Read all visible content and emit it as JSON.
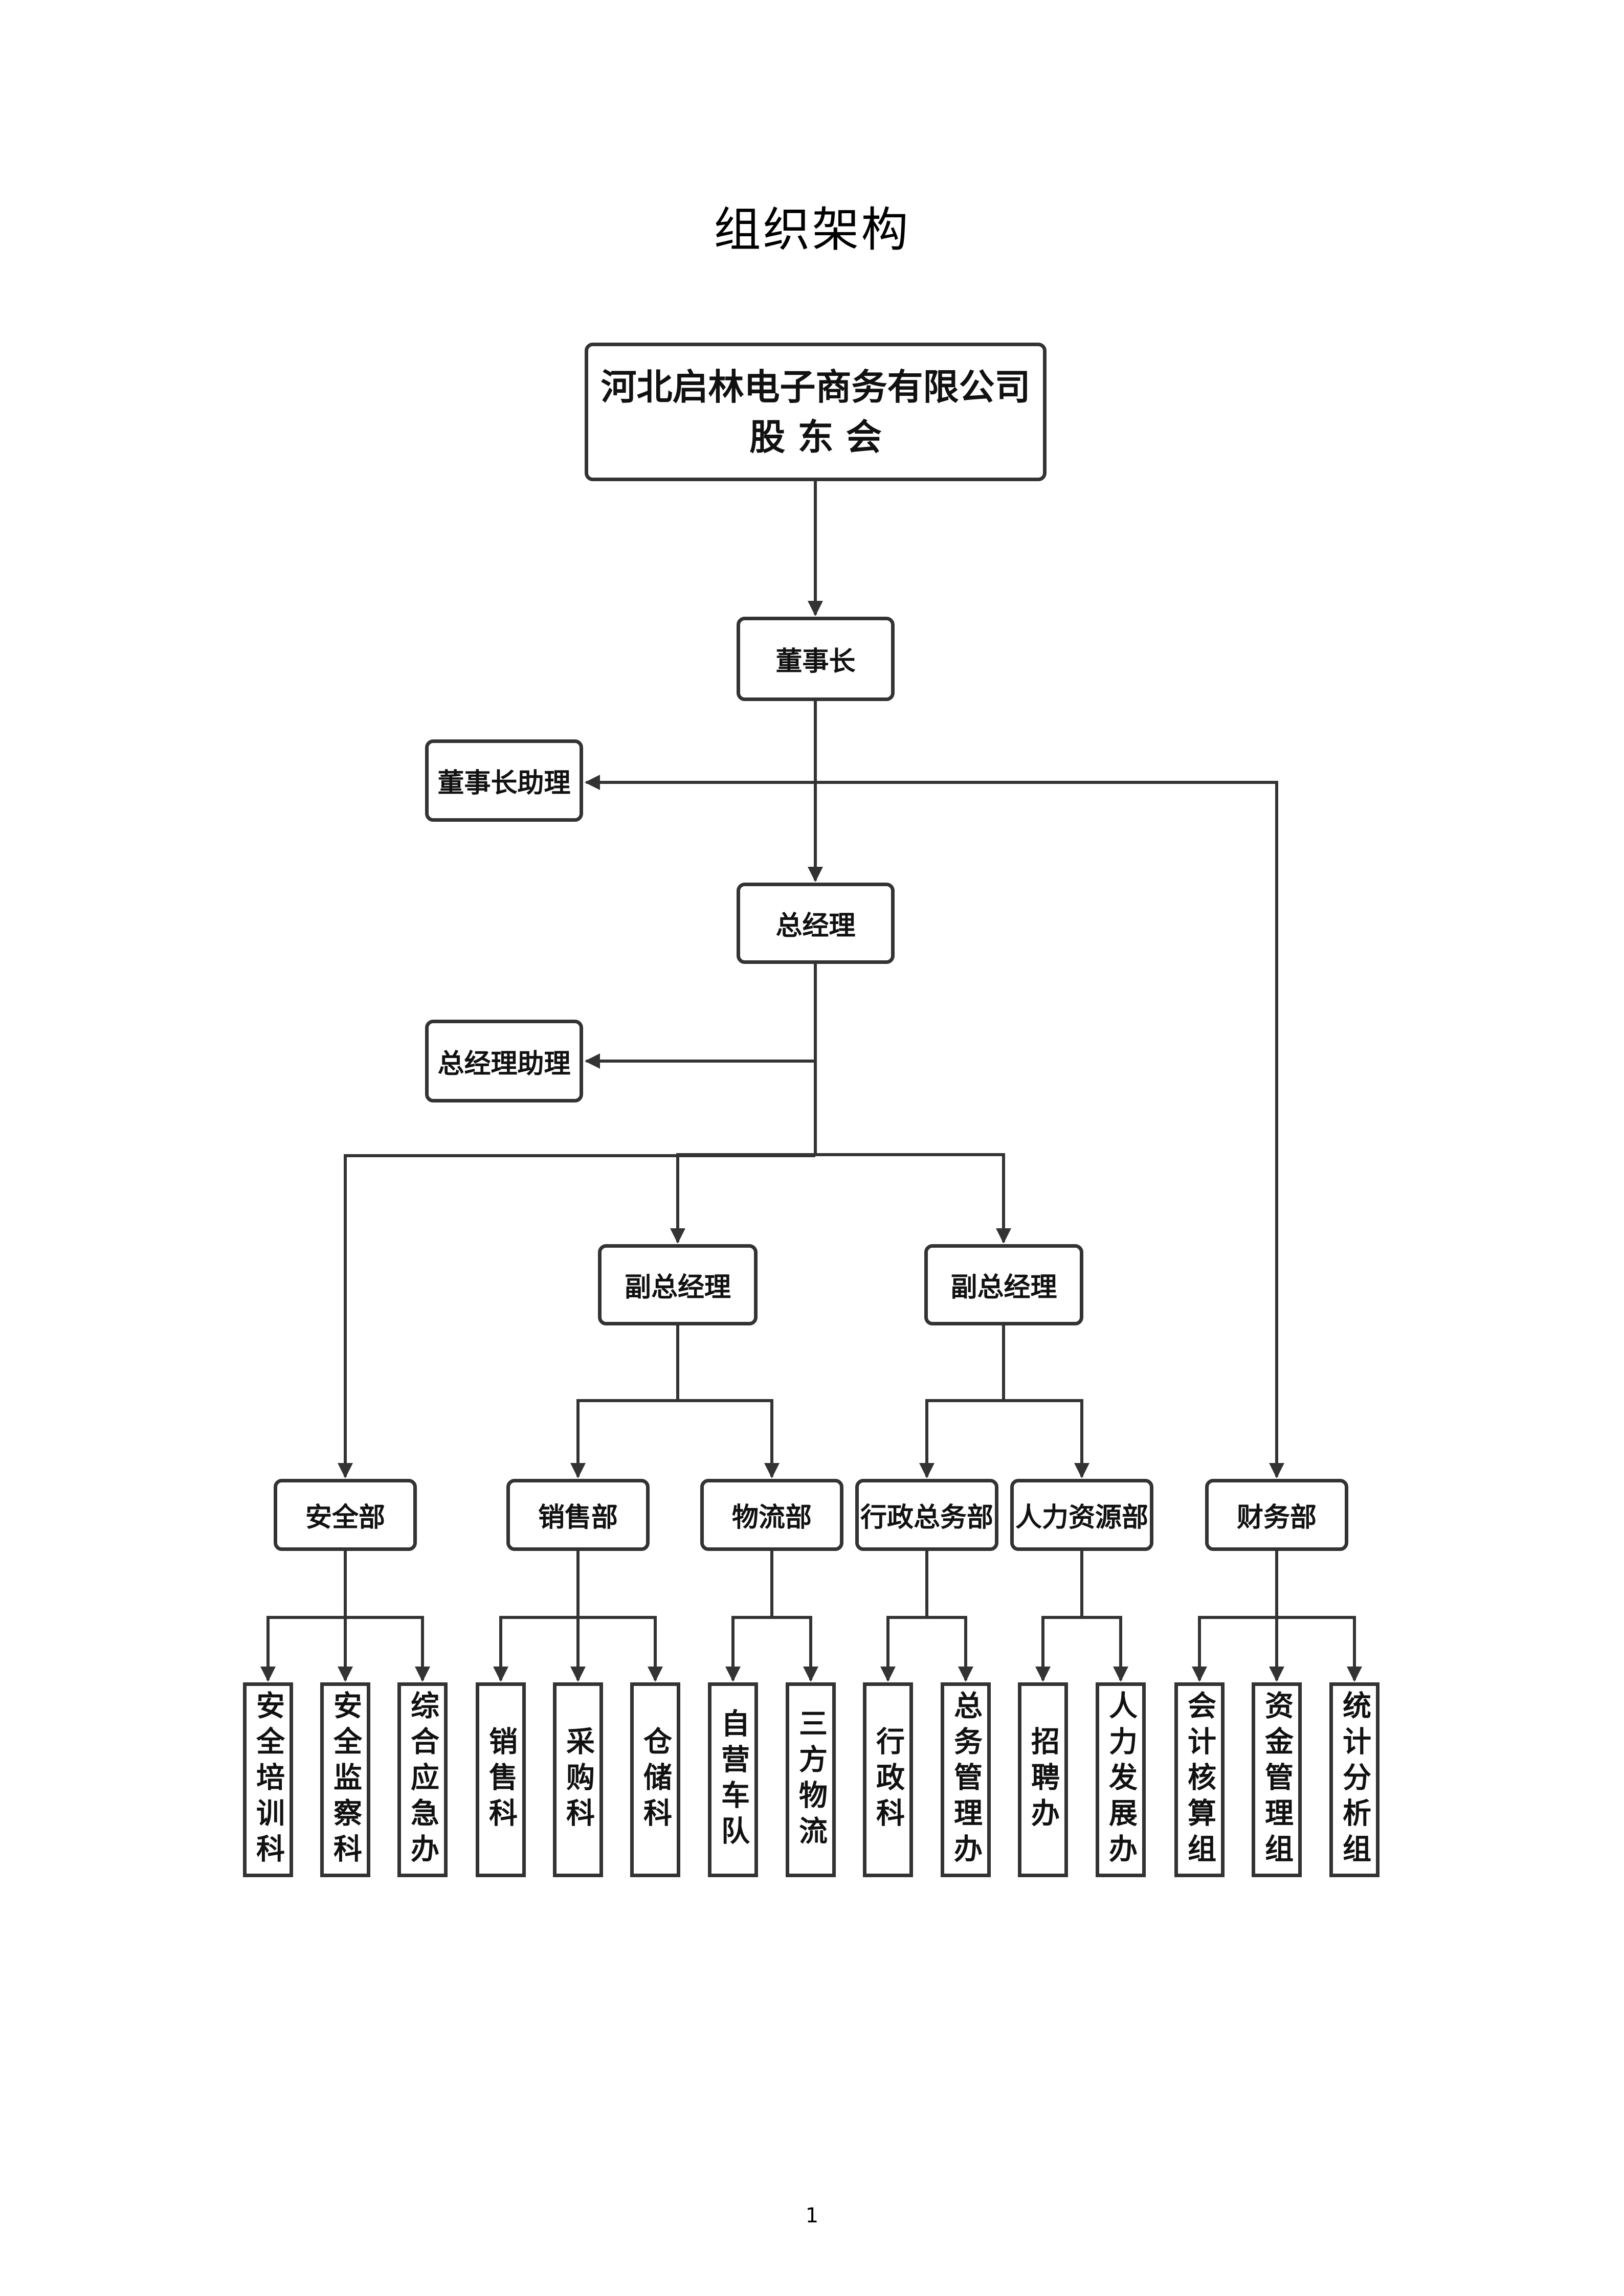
{
  "page": {
    "title": "组织架构",
    "page_number": "1",
    "line_color": "#333333"
  },
  "org": {
    "shareholders": {
      "line1": "河北启林电子商务有限公司",
      "line2": "股 东 会"
    },
    "chairman": "董事长",
    "chairman_assistant": "董事长助理",
    "general_manager": "总经理",
    "gm_assistant": "总经理助理",
    "deputy_gm_left": "副总经理",
    "deputy_gm_right": "副总经理",
    "departments": [
      {
        "name": "安全部",
        "units": [
          "安全培训科",
          "安全监察科",
          "综合应急办"
        ]
      },
      {
        "name": "销售部",
        "units": [
          "销售科",
          "采购科",
          "仓储科"
        ]
      },
      {
        "name": "物流部",
        "units": [
          "自营车队",
          "三方物流"
        ]
      },
      {
        "name": "行政总务部",
        "units": [
          "行政科",
          "总务管理办"
        ]
      },
      {
        "name": "人力资源部",
        "units": [
          "招聘办",
          "人力发展办"
        ]
      },
      {
        "name": "财务部",
        "units": [
          "会计核算组",
          "资金管理组",
          "统计分析组"
        ]
      }
    ]
  }
}
